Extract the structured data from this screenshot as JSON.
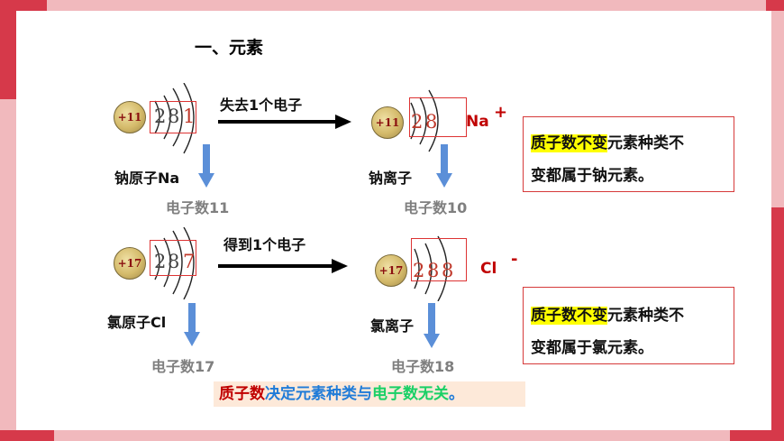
{
  "title": "一、元素",
  "sodium": {
    "atom": {
      "nucleus": "+11",
      "shells": [
        "2",
        "8",
        "1"
      ],
      "name": "钠原子Na",
      "count": "电子数11"
    },
    "process": "失去1个电子",
    "ion": {
      "nucleus": "+11",
      "shells": [
        "2",
        "8"
      ],
      "symbol": "Na",
      "charge": "+",
      "name": "钠离子",
      "count": "电子数10"
    },
    "note": {
      "highlight": "质子数不变",
      "rest1": "元素种类不",
      "line2": "变都属于钠元素。"
    }
  },
  "chlorine": {
    "atom": {
      "nucleus": "+17",
      "shells": [
        "2",
        "8",
        "7"
      ],
      "name": "氯原子Cl",
      "count": "电子数17"
    },
    "process": "得到1个电子",
    "ion": {
      "nucleus": "+17",
      "shells": [
        "2",
        "8",
        "8"
      ],
      "symbol": "Cl",
      "charge": "-",
      "name": "氯离子",
      "count": "电子数18"
    },
    "note": {
      "highlight": "质子数不变",
      "rest1": "元素种类不",
      "line2": "变都属于氯元素。"
    }
  },
  "conclusion": {
    "part1": "质子数",
    "part2": "决定元素种类与",
    "part3": "电子数无关",
    "part4": "。"
  },
  "colors": {
    "frame": "#f1b9bd",
    "stripe": "#d6394a",
    "accent_red": "#c00000",
    "box_border": "#d63a3a",
    "highlight": "#ffff00",
    "arrow_blue": "#5b8fd8",
    "conclusion_bg": "#fde9d9",
    "conclusion_green": "#19d066",
    "conclusion_blue": "#1f7bd8"
  }
}
